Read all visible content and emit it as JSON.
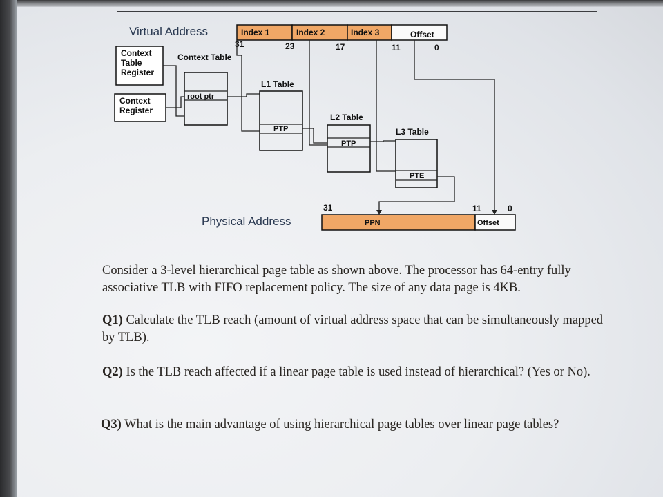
{
  "diagram": {
    "virtual_address_label": "Virtual Address",
    "fields": [
      "Index 1",
      "Index 2",
      "Index 3",
      "Offset"
    ],
    "va_bits": [
      "31",
      "23",
      "17",
      "11",
      "0"
    ],
    "context_table_register": [
      "Context",
      "Table",
      "Register"
    ],
    "context_table_label": "Context Table",
    "context_register": [
      "Context",
      "Register"
    ],
    "root_ptr": "root ptr",
    "l1_table": "L1 Table",
    "l2_table": "L2 Table",
    "l3_table": "L3 Table",
    "ptp_1": "PTP",
    "ptp_2": "PTP",
    "pte": "PTE",
    "physical_address_label": "Physical Address",
    "pa_bits": [
      "31",
      "11",
      "0"
    ],
    "ppn": "PPN",
    "pa_offset": "Offset"
  },
  "text": {
    "intro": "Consider a 3-level hierarchical page table as shown above. The processor has 64-entry fully associative TLB with FIFO replacement policy. The size of any data page is 4KB.",
    "q1_label": "Q1)",
    "q1_text": " Calculate the TLB reach (amount of virtual address space that can be simultaneously mapped by TLB).",
    "q2_label": "Q2)",
    "q2_text": " Is the TLB reach affected if a linear page table is used instead of hierarchical? (Yes or No).",
    "q3_label": "Q3)",
    "q3_text": " What is the main advantage of using hierarchical page tables over linear page tables?"
  }
}
